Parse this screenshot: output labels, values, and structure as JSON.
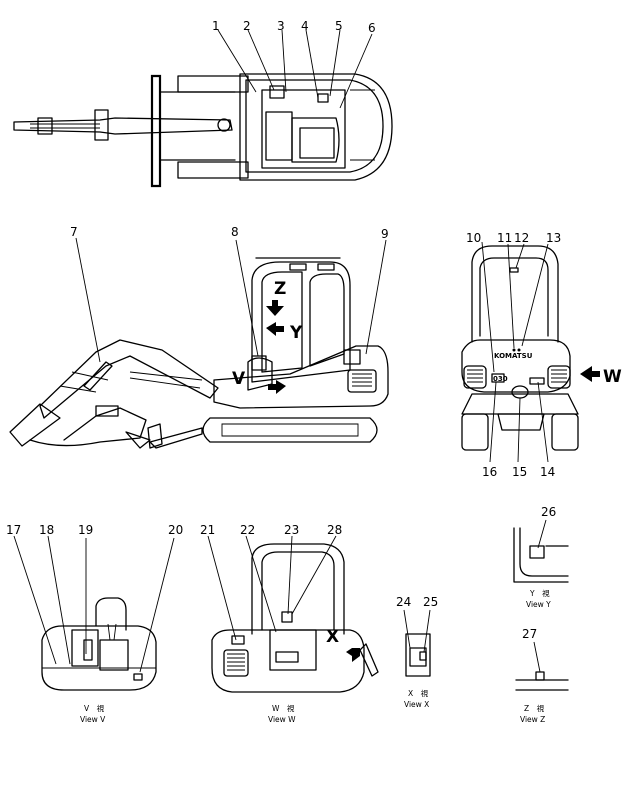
{
  "callouts": [
    "1",
    "2",
    "3",
    "4",
    "5",
    "6",
    "7",
    "8",
    "9",
    "10",
    "11",
    "12",
    "13",
    "14",
    "15",
    "16",
    "17",
    "18",
    "19",
    "20",
    "21",
    "22",
    "23",
    "24",
    "25",
    "26",
    "27",
    "28"
  ],
  "arrows": {
    "w": "W",
    "v": "V",
    "y": "Y",
    "z": "Z",
    "x": "X"
  },
  "brand": "KOMATSU",
  "model": "030",
  "views": {
    "v": {
      "jp": "V　視",
      "en": "View  V"
    },
    "w": {
      "jp": "W　視",
      "en": "View  W"
    },
    "x": {
      "jp": "X　視",
      "en": "View  X"
    },
    "y": {
      "jp": "Y　視",
      "en": "View  Y"
    },
    "z": {
      "jp": "Z　視",
      "en": "View  Z"
    }
  }
}
